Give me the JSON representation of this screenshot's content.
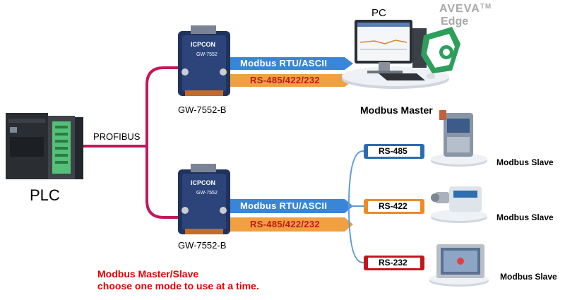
{
  "brand": {
    "aveva": "AVEVA",
    "tm": "TM",
    "edge": "Edge"
  },
  "nodes": {
    "pc_label": "PC",
    "master_label": "Modbus Master",
    "plc_label": "PLC",
    "profibus_label": "PROFIBUS",
    "gateway_top_label": "GW-7552-B",
    "gateway_bottom_label": "GW-7552-B",
    "gateway_brand": "ICPCON",
    "gateway_model": "GW-7552"
  },
  "links": {
    "top_protocol": "Modbus RTU/ASCII",
    "top_interface": "RS-485/422/232",
    "bottom_protocol": "Modbus RTU/ASCII",
    "bottom_interface": "RS-485/422/232"
  },
  "slaves": [
    {
      "interface": "RS-485",
      "label": "Modbus Slave"
    },
    {
      "interface": "RS-422",
      "label": "Modbus Slave"
    },
    {
      "interface": "RS-232",
      "label": "Modbus Slave"
    }
  ],
  "note": {
    "line1": "Modbus Master/Slave",
    "line2": "choose one mode to use at a time."
  },
  "colors": {
    "profibus_line": "#c2185b",
    "protocol_band": "#3a86d6",
    "interface_band": "#f0a040",
    "note_text": "#e00000",
    "slave_line": "#5b9bd5",
    "tag_rs485": "#2b6cb0",
    "tag_rs422": "#f08a24",
    "tag_rs232": "#c0171d"
  }
}
